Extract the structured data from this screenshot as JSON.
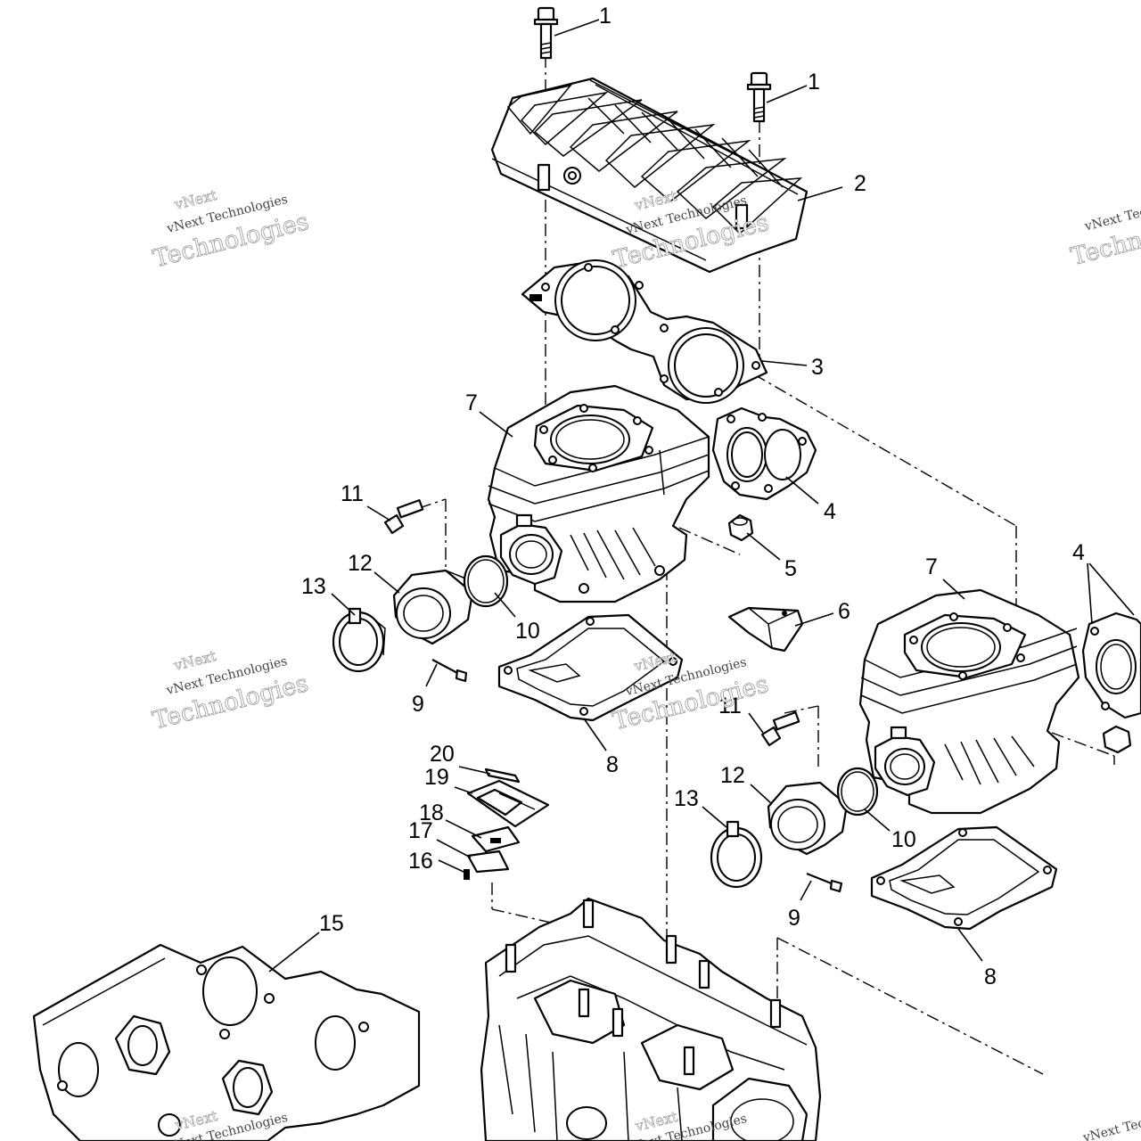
{
  "callouts": {
    "c1a": "1",
    "c1b": "1",
    "c2": "2",
    "c3": "3",
    "c4a": "4",
    "c4b": "4",
    "c5": "5",
    "c6": "6",
    "c7a": "7",
    "c7b": "7",
    "c8a": "8",
    "c8b": "8",
    "c9a": "9",
    "c9b": "9",
    "c10a": "10",
    "c10b": "10",
    "c11a": "11",
    "c11b": "11",
    "c12a": "12",
    "c12b": "12",
    "c13a": "13",
    "c13b": "13",
    "c15": "15",
    "c16": "16",
    "c17": "17",
    "c18": "18",
    "c19": "19",
    "c20": "20"
  },
  "watermark": {
    "brand": "vNext",
    "company": "vNext Technologies",
    "word": "Technologies"
  }
}
